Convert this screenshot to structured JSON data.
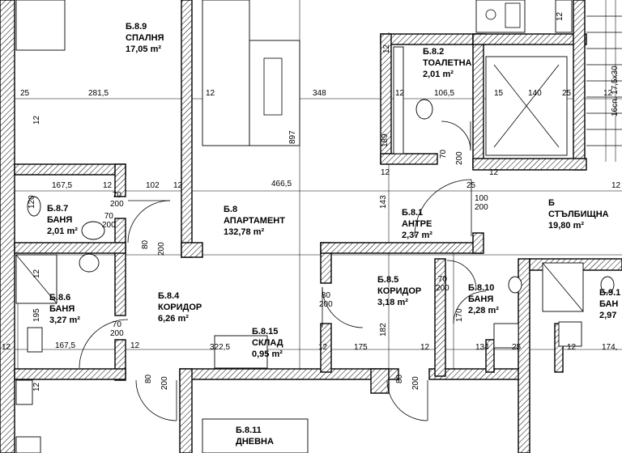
{
  "rooms": [
    {
      "code": "Б.8.9",
      "name": "СПАЛНЯ",
      "area": "17,05 m²"
    },
    {
      "code": "Б.8.2",
      "name": "ТОАЛЕТНА",
      "area": "2,01 m²"
    },
    {
      "code": "Б.8.7",
      "name": "БАНЯ",
      "area": "2,01 m²"
    },
    {
      "code": "Б.8",
      "name": "АПАРТАМЕНТ",
      "area": "132,78 m²"
    },
    {
      "code": "Б.8.1",
      "name": "АНТРЕ",
      "area": "2,37 m²"
    },
    {
      "code": "Б",
      "name": "СТЪЛБИЩНА",
      "area": "19,80 m²"
    },
    {
      "code": "Б.8.6",
      "name": "БАНЯ",
      "area": "3,27 m²"
    },
    {
      "code": "Б.8.4",
      "name": "КОРИДОР",
      "area": "6,26 m²"
    },
    {
      "code": "Б.8.5",
      "name": "КОРИДОР",
      "area": "3,18 m²"
    },
    {
      "code": "Б.8.10",
      "name": "БАНЯ",
      "area": "2,28 m²"
    },
    {
      "code": "Б.9.1",
      "name": "БАН",
      "area": "2,97"
    },
    {
      "code": "Б.8.15",
      "name": "СКЛАД",
      "area": "0,95 m²"
    },
    {
      "code": "Б.8.11",
      "name": "ДНЕВНА",
      "area": ""
    }
  ],
  "dims": [
    "25",
    "281,5",
    "12",
    "348",
    "12",
    "106,5",
    "15",
    "140",
    "25",
    "167,5",
    "12",
    "102",
    "12",
    "466,5",
    "25",
    "12",
    "167,5",
    "12",
    "322,5",
    "12",
    "175",
    "12",
    "134",
    "25",
    "12",
    "174,",
    "12",
    "12",
    "12",
    "12"
  ],
  "vdims": [
    "897",
    "189",
    "143",
    "182",
    "170",
    "195",
    "12",
    "12",
    "12",
    "12",
    "16сп. 17,5x30",
    "12"
  ],
  "doors": [
    {
      "w": "70",
      "h": "200"
    },
    {
      "w": "70",
      "h": "200"
    },
    {
      "w": "100",
      "h": "200"
    },
    {
      "w": "80",
      "h": "200"
    },
    {
      "w": "70",
      "h": "200"
    },
    {
      "w": "80",
      "h": "200"
    },
    {
      "w": "70",
      "h": "200"
    },
    {
      "w": "80",
      "h": "200"
    },
    {
      "w": "80",
      "h": "200"
    },
    {
      "w": "70",
      "h": "200"
    }
  ],
  "misc": [
    "120"
  ]
}
